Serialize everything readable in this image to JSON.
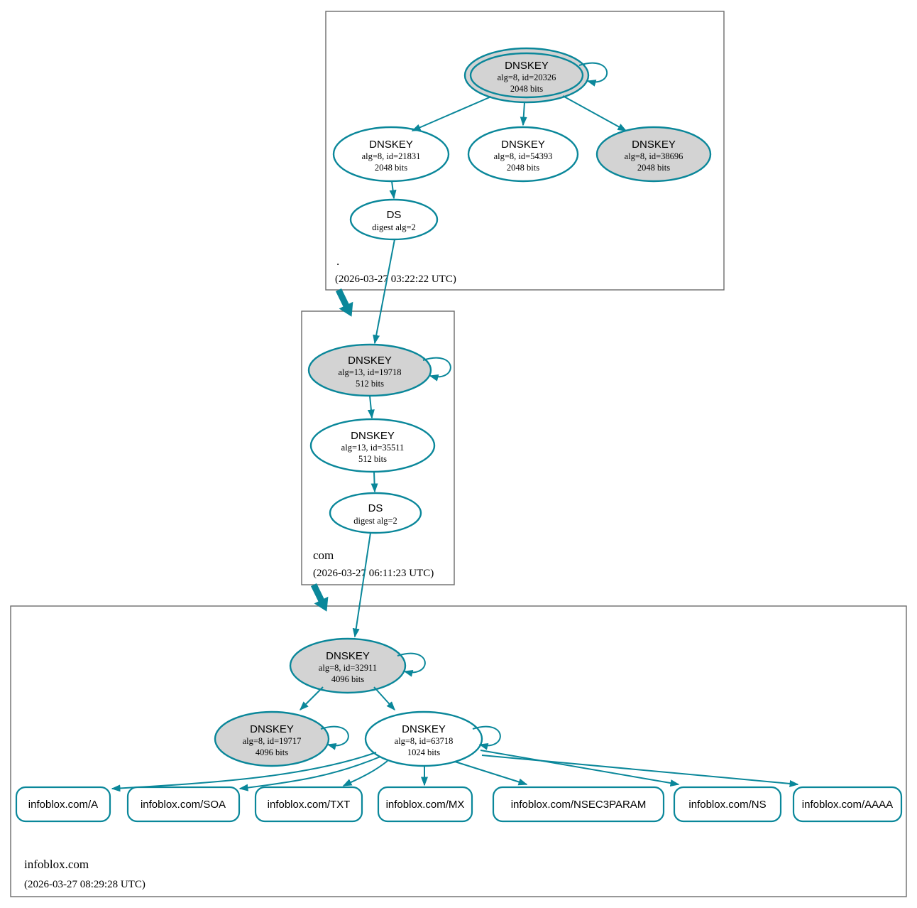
{
  "colors": {
    "accent": "#0a879a",
    "ksk_fill": "#d3d3d3",
    "node_fill": "#ffffff",
    "box_border": "#6b6b6b"
  },
  "zones": [
    {
      "name": ".",
      "timestamp": "(2026-03-27 03:22:22 UTC)",
      "nodes": [
        {
          "title": "DNSKEY",
          "detail": "alg=8, id=20326",
          "bits": "2048 bits"
        },
        {
          "title": "DNSKEY",
          "detail": "alg=8, id=21831",
          "bits": "2048 bits"
        },
        {
          "title": "DNSKEY",
          "detail": "alg=8, id=54393",
          "bits": "2048 bits"
        },
        {
          "title": "DNSKEY",
          "detail": "alg=8, id=38696",
          "bits": "2048 bits"
        },
        {
          "title": "DS",
          "detail": "digest alg=2"
        }
      ]
    },
    {
      "name": "com",
      "timestamp": "(2026-03-27 06:11:23 UTC)",
      "nodes": [
        {
          "title": "DNSKEY",
          "detail": "alg=13, id=19718",
          "bits": "512 bits"
        },
        {
          "title": "DNSKEY",
          "detail": "alg=13, id=35511",
          "bits": "512 bits"
        },
        {
          "title": "DS",
          "detail": "digest alg=2"
        }
      ]
    },
    {
      "name": "infoblox.com",
      "timestamp": "(2026-03-27 08:29:28 UTC)",
      "nodes": [
        {
          "title": "DNSKEY",
          "detail": "alg=8, id=32911",
          "bits": "4096 bits"
        },
        {
          "title": "DNSKEY",
          "detail": "alg=8, id=19717",
          "bits": "4096 bits"
        },
        {
          "title": "DNSKEY",
          "detail": "alg=8, id=63718",
          "bits": "1024 bits"
        }
      ],
      "rrsets": [
        "infoblox.com/A",
        "infoblox.com/SOA",
        "infoblox.com/TXT",
        "infoblox.com/MX",
        "infoblox.com/NSEC3PARAM",
        "infoblox.com/NS",
        "infoblox.com/AAAA"
      ]
    }
  ]
}
